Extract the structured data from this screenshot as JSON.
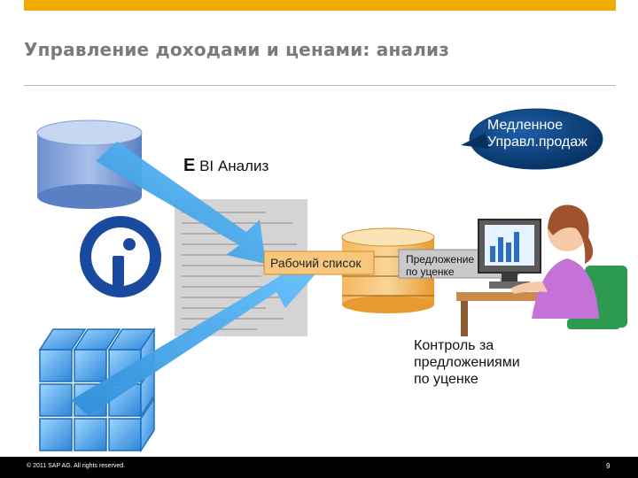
{
  "slide": {
    "title": "Управление доходами и ценами: анализ",
    "bi_letter": "E",
    "bi_label": " BI Анализ",
    "worklist_label": "Рабочий список",
    "proposal_line1": "Предложение",
    "proposal_line2": "по уценке",
    "control_line1": "Контроль за",
    "control_line2": "предложениями",
    "control_line3": "по уценке",
    "bubble_line1": "Медленное",
    "bubble_line2": "Управл.продаж"
  },
  "footer": {
    "copyright": "© 2011 SAP AG. All rights reserved.",
    "page_number": "9"
  },
  "colors": {
    "accent_bar": "#f0ab00",
    "arrow": "#3a9fe0",
    "bubble": "#0a3e7a",
    "database_top": "#c7d7f2",
    "database_body": "#7fa0d6",
    "cube": "#4aa6f0",
    "logo": "#1a4aa0"
  }
}
